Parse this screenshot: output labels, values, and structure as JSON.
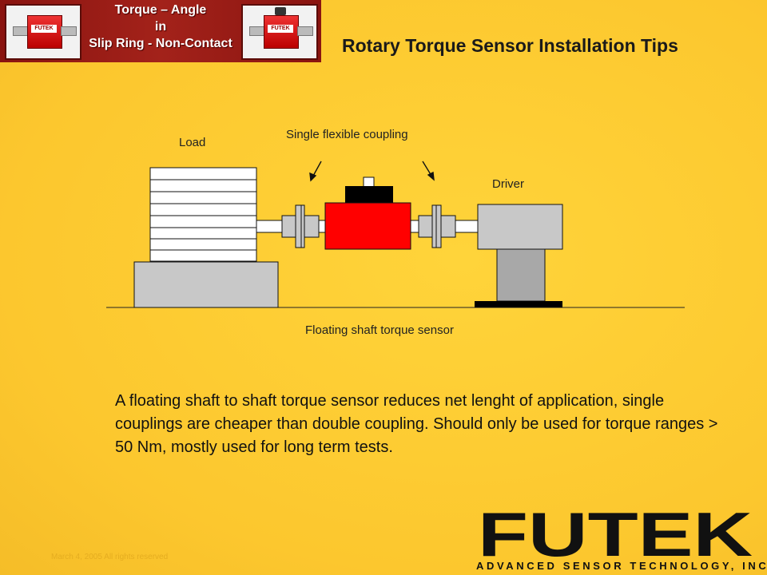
{
  "banner": {
    "title_line1": "Torque – Angle",
    "title_line2": "in",
    "title_line3": "Slip Ring - Non-Contact",
    "photo_label": "FUTEK"
  },
  "slide_title": "Rotary Torque Sensor Installation Tips",
  "diagram": {
    "load_label": "Load",
    "coupling_label": "Single flexible coupling",
    "driver_label": "Driver",
    "sensor_label": "Floating shaft torque sensor",
    "sensor_color": "#ff0000",
    "driver_color": "#c8c8c8"
  },
  "description": "A floating shaft to shaft torque sensor reduces net lenght of application, single couplings are cheaper than double coupling. Should only be used for torque ranges > 50 Nm, mostly used for long term tests.",
  "footer": {
    "date": "March 4, 2005    All rights reserved"
  },
  "logo": {
    "name": "FUTEK",
    "tagline": "ADVANCED SENSOR TECHNOLOGY, INC."
  }
}
